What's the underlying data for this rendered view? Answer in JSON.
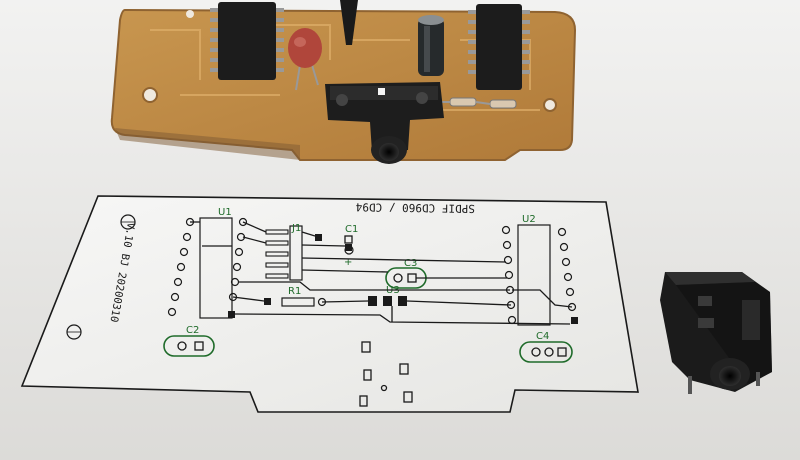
{
  "photo": {
    "kind": "photograph",
    "subject_objects": [
      "pcb-board-photo",
      "paper-pcb-printout",
      "audio-jack-component"
    ]
  },
  "printout": {
    "title_text": "SPDIF CD960 / CD94",
    "version_text": "V.10 BJ 20200310",
    "labels": {
      "u1": "U1",
      "u2": "U2",
      "j1": "J1",
      "c1": "C1",
      "c2": "C2",
      "c3": "C3",
      "c4": "C4",
      "r1": "R1",
      "u3": "U3",
      "plus": "+"
    }
  },
  "colors": {
    "paper": "#f4f4f2",
    "ink": "#1a1a1a",
    "silkscreen_green": "#1f6b2a",
    "pcb_tan": "#c79a55",
    "pcb_dark": "#a5773a",
    "chip_black": "#1c1c1c",
    "cap_red": "#b0463b"
  }
}
